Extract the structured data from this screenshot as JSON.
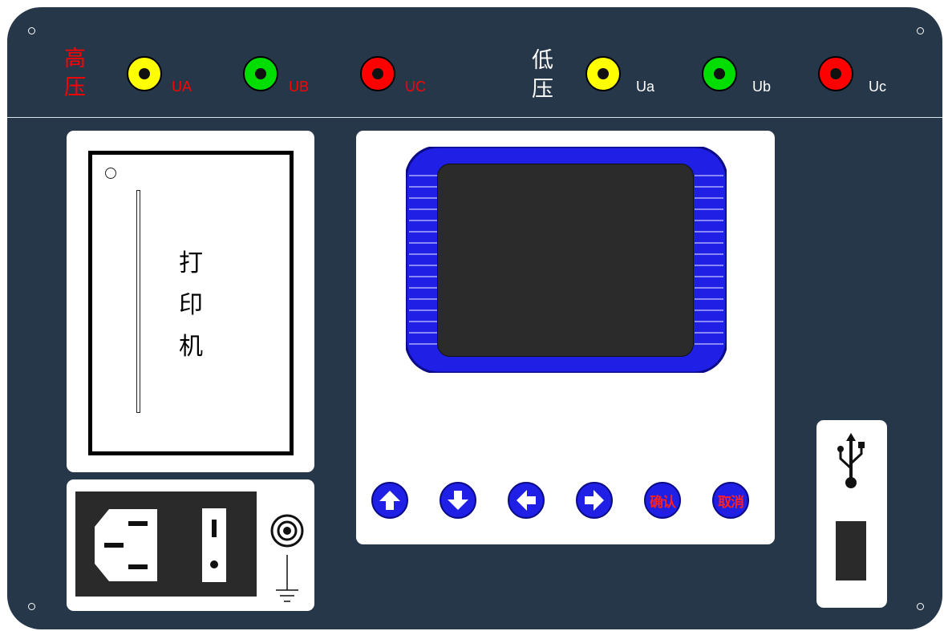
{
  "high_voltage": {
    "group_label_line1": "高",
    "group_label_line2": "压",
    "terminals": [
      {
        "label": "UA",
        "color": "#ffff00"
      },
      {
        "label": "UB",
        "color": "#00dd00"
      },
      {
        "label": "UC",
        "color": "#ff0000"
      }
    ]
  },
  "low_voltage": {
    "group_label_line1": "低",
    "group_label_line2": "压",
    "terminals": [
      {
        "label": "Ua",
        "color": "#ffff00"
      },
      {
        "label": "Ub",
        "color": "#00dd00"
      },
      {
        "label": "Uc",
        "color": "#ff0000"
      }
    ]
  },
  "printer": {
    "label_chars": [
      "打",
      "印",
      "机"
    ]
  },
  "keypad": {
    "buttons": [
      {
        "name": "up-arrow-button",
        "icon": "up-arrow-icon",
        "label": ""
      },
      {
        "name": "down-arrow-button",
        "icon": "down-arrow-icon",
        "label": ""
      },
      {
        "name": "left-arrow-button",
        "icon": "left-arrow-icon",
        "label": ""
      },
      {
        "name": "right-arrow-button",
        "icon": "right-arrow-icon",
        "label": ""
      },
      {
        "name": "confirm-button",
        "icon": "",
        "label": "确认"
      },
      {
        "name": "cancel-button",
        "icon": "",
        "label": "取消"
      }
    ]
  },
  "power": {
    "socket_icon": "iec-power-socket-icon",
    "switch_icon": "rocker-switch-icon",
    "ground_icon": "ground-terminal-icon"
  },
  "usb": {
    "icon": "usb-icon"
  },
  "colors": {
    "panel": "#27374a",
    "high_voltage_text": "#ff0000",
    "low_voltage_text": "#ffffff",
    "lcd_frame": "#1f1fe6",
    "lcd_screen": "#2b2b2b",
    "button": "#1f1fe6",
    "button_text": "#ff2020"
  }
}
